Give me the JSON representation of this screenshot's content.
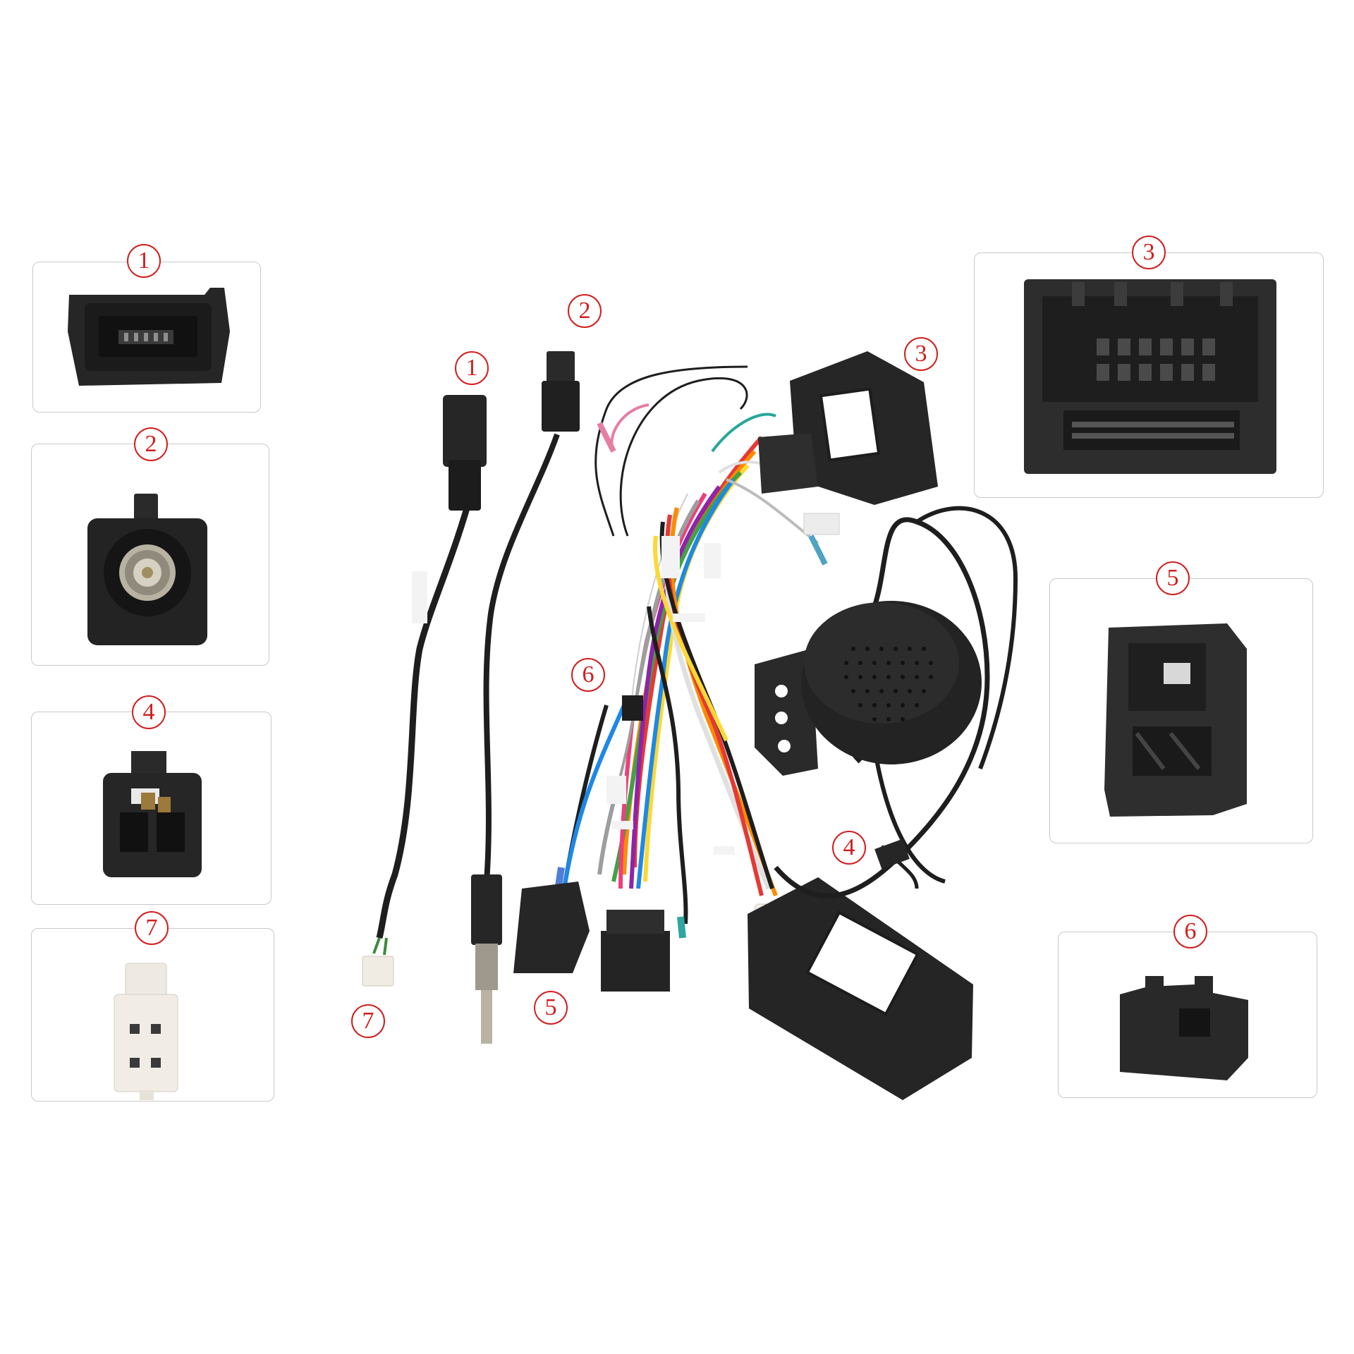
{
  "labels": {
    "one": "1",
    "two": "2",
    "three": "3",
    "four": "4",
    "five": "5",
    "six": "6",
    "seven": "7"
  },
  "colors": {
    "badge_red": "#d11f1f",
    "connector_black": "#2b2b2b",
    "panel_border": "#c9c9c9",
    "connector_white": "#f1ede6"
  },
  "icons": {
    "usb_connector": "mini-usb-female-connector-icon",
    "antenna_connector": "coaxial-antenna-socket-icon",
    "main_connector": "multi-pin-harness-connector-icon",
    "speaker": "round-microphone-speaker-icon",
    "two_pin_connector": "two-pin-connector-icon",
    "four_pin_connector": "four-pin-white-connector-icon",
    "wiring": "wiring-harness-icon"
  }
}
